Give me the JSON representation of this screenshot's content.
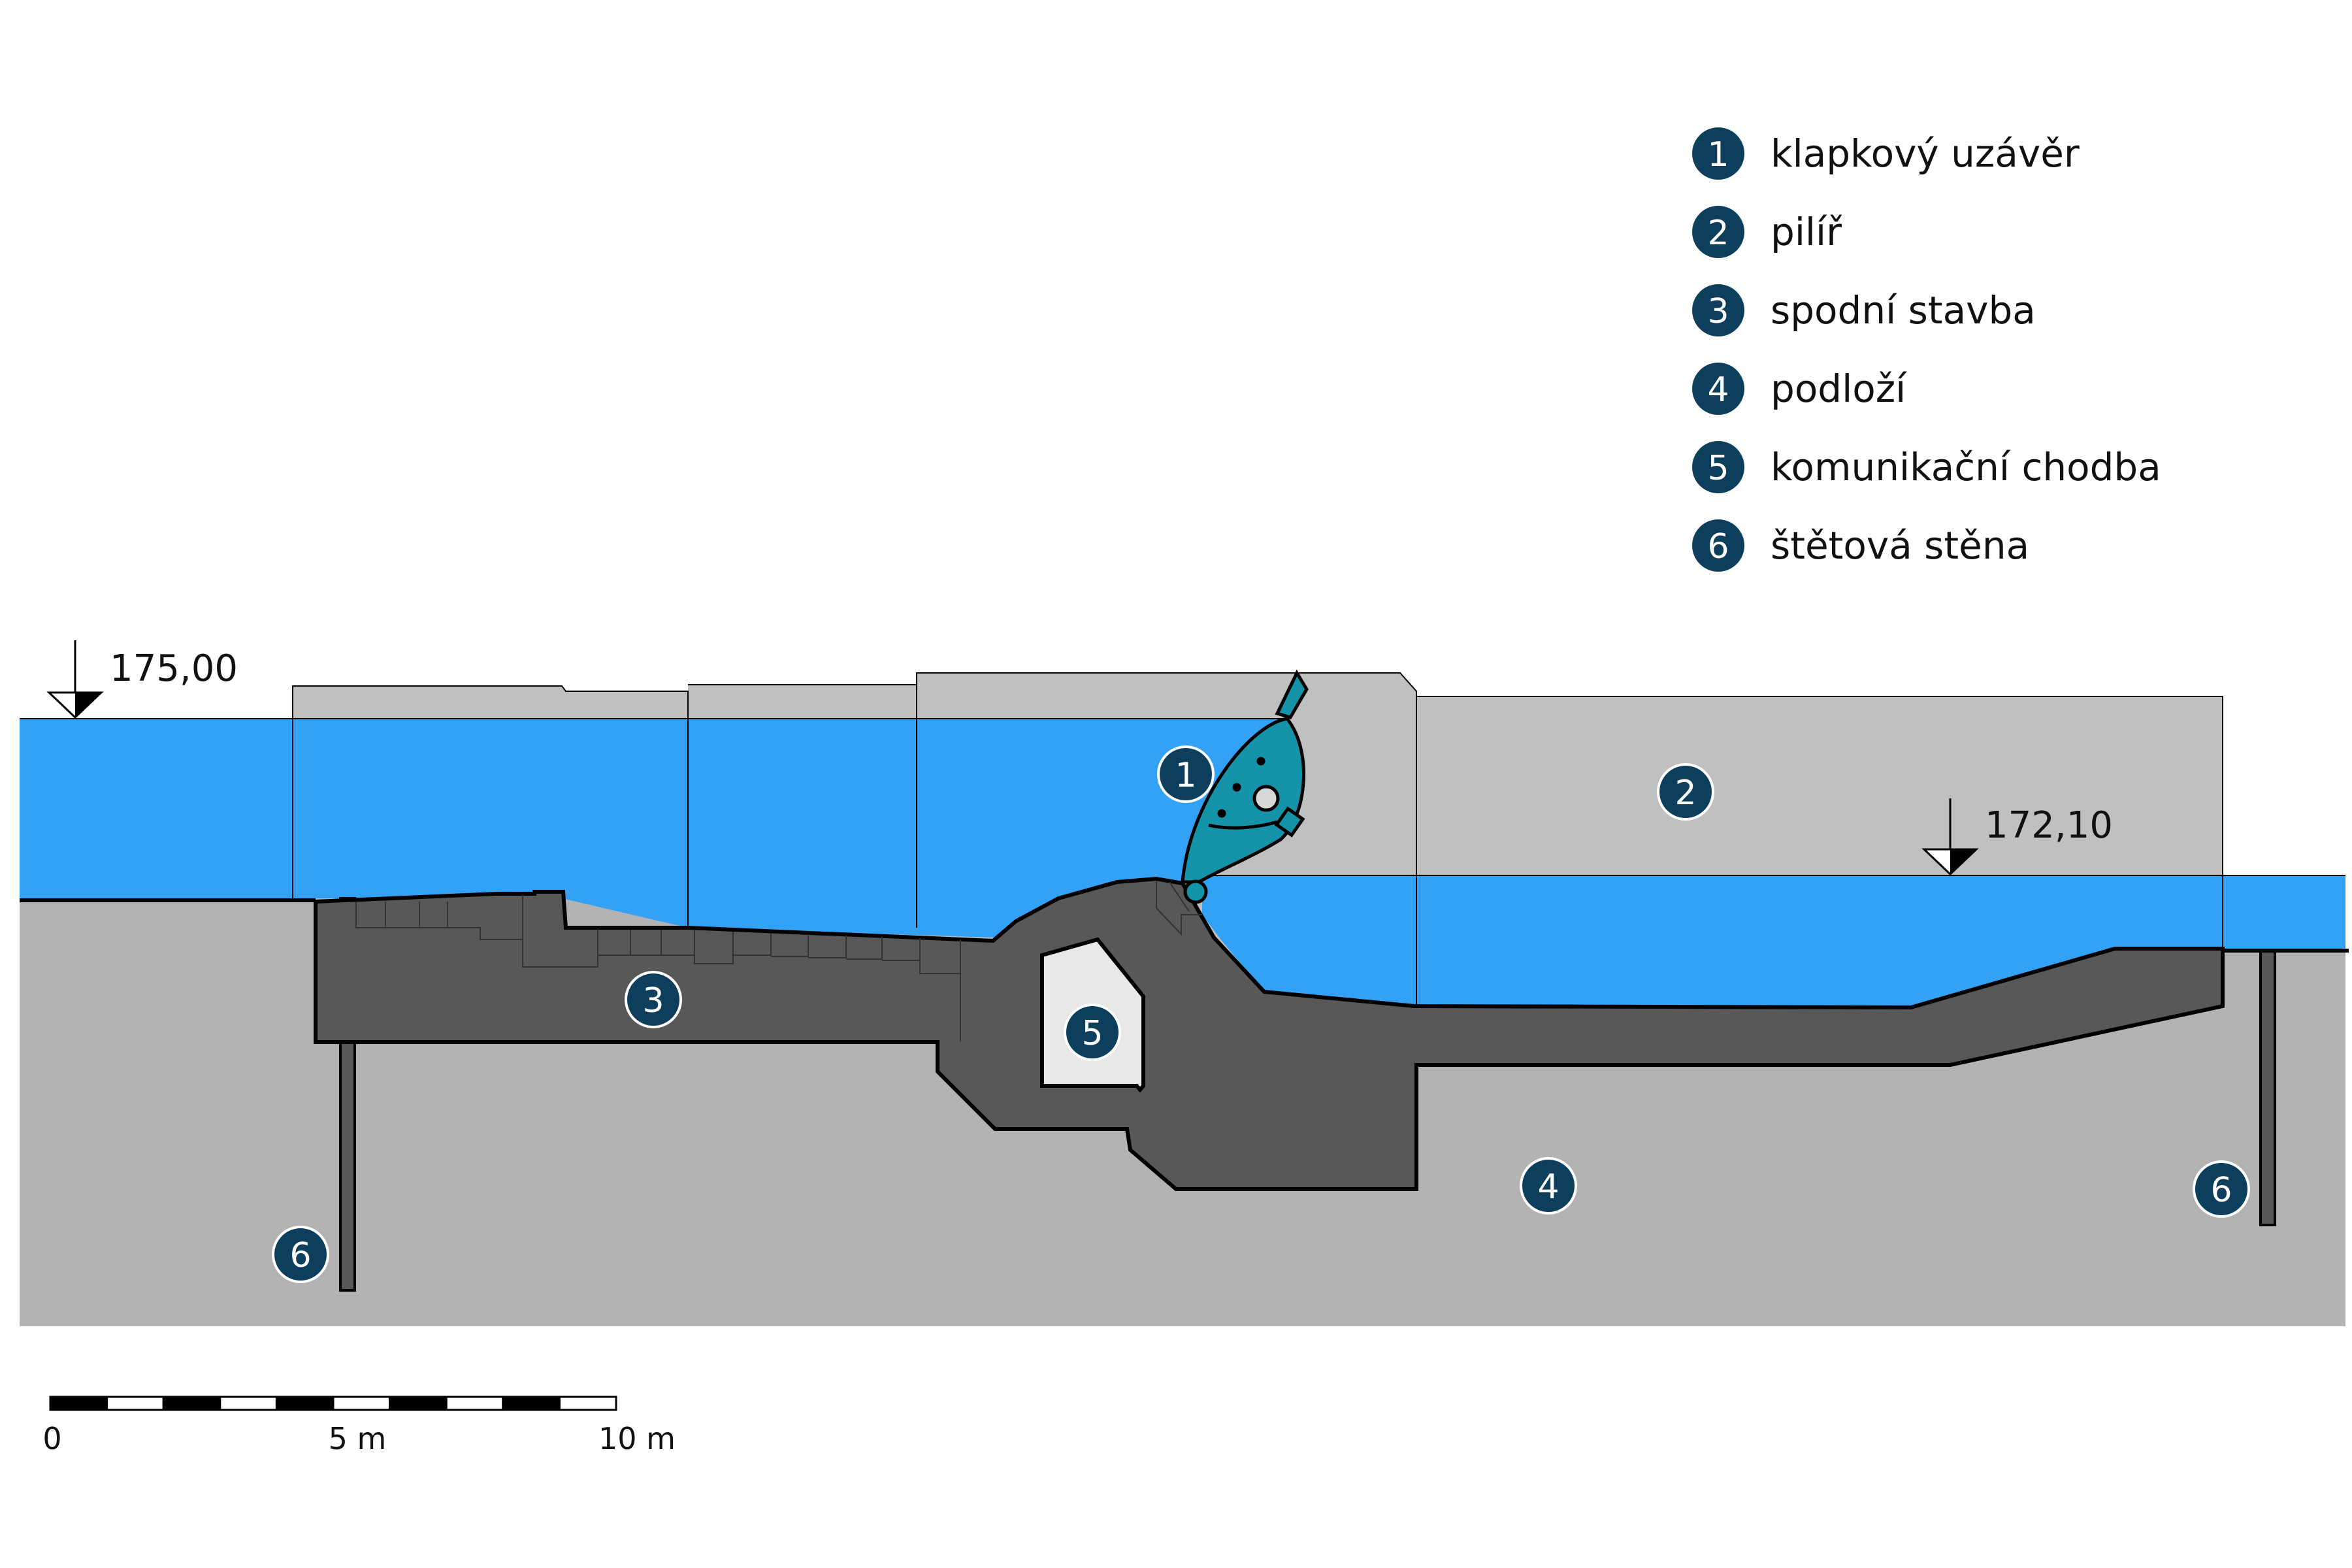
{
  "colors": {
    "water": "#33a1f5",
    "ground": "#b3b3b3",
    "pier": "#c0c0c0",
    "substructure": "#585858",
    "corridor": "#e8e8e8",
    "gate": "#1593a8",
    "badge": "#0d3f5c",
    "outline": "#000000"
  },
  "legend": [
    {
      "number": "1",
      "label": "klapkový uzávěr"
    },
    {
      "number": "2",
      "label": "pilíř"
    },
    {
      "number": "3",
      "label": "spodní stavba"
    },
    {
      "number": "4",
      "label": "podloží"
    },
    {
      "number": "5",
      "label": "komunikační chodba"
    },
    {
      "number": "6",
      "label": "štětová stěna"
    }
  ],
  "levels": {
    "upstream": "175,00",
    "downstream": "172,10"
  },
  "markers": [
    "1",
    "2",
    "3",
    "4",
    "5",
    "6",
    "6"
  ],
  "scale_bar": {
    "labels": [
      "0",
      "5 m",
      "10 m"
    ]
  }
}
